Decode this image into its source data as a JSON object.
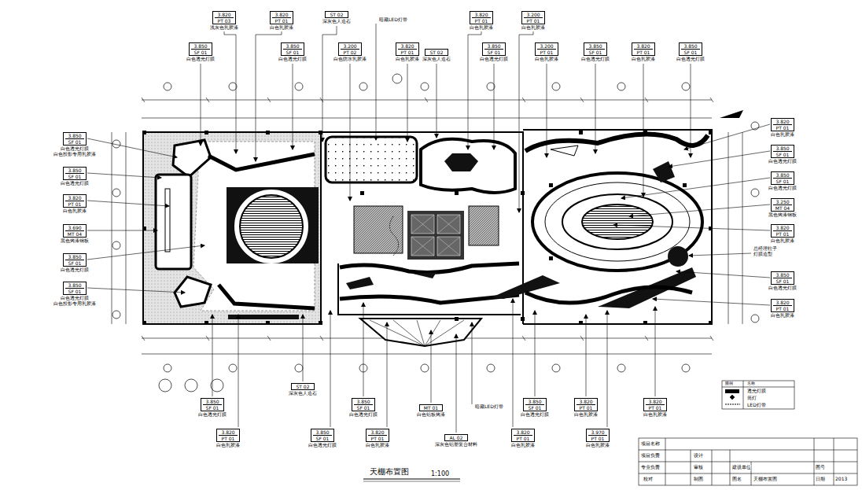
{
  "diagram": {
    "title": "天棚布置图",
    "nodes": [
      {
        "text": [
          "3.820",
          "PT 03",
          "浅灰色乳胶漆"
        ]
      },
      {
        "text": [
          "3.820",
          "PT 01",
          "白色乳胶漆"
        ]
      },
      {
        "text": [
          "ST 02",
          "深灰色人造石"
        ]
      },
      {
        "text": [
          "3.820",
          "PT 01",
          "白色乳胶漆"
        ]
      },
      {
        "text": [
          "3.200",
          "PT 01",
          "白色乳胶漆"
        ]
      },
      {
        "text": [
          "3.850",
          "SF 01",
          "白色透光灯膜"
        ]
      },
      {
        "text": [
          "3.850",
          "SF 01",
          "白色透光灯膜"
        ]
      },
      {
        "text": [
          "3.200",
          "PT 02",
          "白色防水乳胶漆"
        ]
      },
      {
        "text": [
          "3.820",
          "PT 01",
          "白色乳胶漆"
        ]
      },
      {
        "text": [
          "ST 02",
          "深灰色人造石"
        ]
      },
      {
        "text": [
          "3.850",
          "SF 01",
          "白色透光灯膜"
        ]
      },
      {
        "text": [
          "3.200",
          "PT 01",
          "白色乳胶漆"
        ]
      },
      {
        "text": [
          "3.850",
          "SF 01",
          "白色透光灯膜"
        ]
      },
      {
        "text": [
          "3.820",
          "PT 01",
          "白色乳胶漆"
        ]
      },
      {
        "text": [
          "3.850",
          "SF 01",
          "白色透光灯膜"
        ]
      },
      {
        "text": [
          "3.850",
          "SF 01",
          "白色透光灯膜",
          "白色投影专用乳胶漆"
        ]
      },
      {
        "text": [
          "3.850",
          "SF 01",
          "白色透光灯膜"
        ]
      },
      {
        "text": [
          "3.820",
          "PT 01",
          "白色乳胶漆"
        ]
      },
      {
        "text": [
          "3.690",
          "MT 04",
          "黑色烤漆钢板"
        ]
      },
      {
        "text": [
          "3.850",
          "SF 01",
          "白色透光灯膜"
        ]
      },
      {
        "text": [
          "3.850",
          "SF 01",
          "白色透光灯膜",
          "白色投影专用乳胶漆"
        ]
      },
      {
        "text": [
          "3.820",
          "PT 01",
          "白色乳胶漆"
        ]
      },
      {
        "text": [
          "3.850",
          "SF 01",
          "白色透光灯膜"
        ]
      },
      {
        "text": [
          "3.850",
          "SF 01",
          "白色透光灯膜"
        ]
      },
      {
        "text": [
          "3.250",
          "MT 04",
          "黑色烤漆钢板"
        ]
      },
      {
        "text": [
          "3.820",
          "PT 01",
          "白色乳胶漆"
        ]
      },
      {
        "text": [
          "3.850",
          "SF 01",
          "白色透光灯膜"
        ]
      },
      {
        "text": [
          "3.820",
          "PT 01",
          "白色乳胶漆"
        ]
      },
      {
        "text": [
          "ST 02",
          "深灰色人造石"
        ]
      },
      {
        "text": [
          "3.850",
          "SF 01",
          "白色透光灯膜"
        ]
      },
      {
        "text": [
          "3.820",
          "PT 01",
          "白色乳胶漆"
        ]
      },
      {
        "text": [
          "3.850",
          "SF 01",
          "白色透光灯膜"
        ]
      },
      {
        "text": [
          "3.850",
          "SF 01",
          "白色透光灯膜"
        ]
      },
      {
        "text": [
          "3.820",
          "PT 01",
          "白色乳胶漆"
        ]
      },
      {
        "text": [
          "MT 01",
          "白色铝板烤漆"
        ]
      },
      {
        "text": [
          "AL 02",
          "深灰色铝塑复合材料"
        ]
      },
      {
        "text": [
          "3.850",
          "SF 01",
          "白色透光灯膜"
        ]
      },
      {
        "text": [
          "3.820",
          "PT 01",
          "白色乳胶漆"
        ]
      },
      {
        "text": [
          "3.820",
          "PT 01",
          "白色乳胶漆"
        ]
      },
      {
        "text": [
          "3.970",
          "PT 01",
          "白色乳胶漆"
        ]
      },
      {
        "text": [
          "3.820",
          "PT 01",
          "白色乳胶漆"
        ]
      }
    ],
    "labels": [
      "暗藏LED灯带",
      "总经理柱子灯膜造型",
      "暗藏LED灯带",
      "1:100",
      "图例",
      "名称",
      "项目名称",
      "项目负责",
      "专业负责",
      "校对",
      "设计",
      "审核",
      "制图",
      "建设单位",
      "图名",
      "天棚布置图",
      "图号",
      "日期",
      "2013"
    ],
    "legend": [
      {
        "text": "透光灯膜",
        "color": "#000000"
      },
      {
        "text": "筒灯"
      },
      {
        "text": "LED灯带"
      }
    ]
  }
}
